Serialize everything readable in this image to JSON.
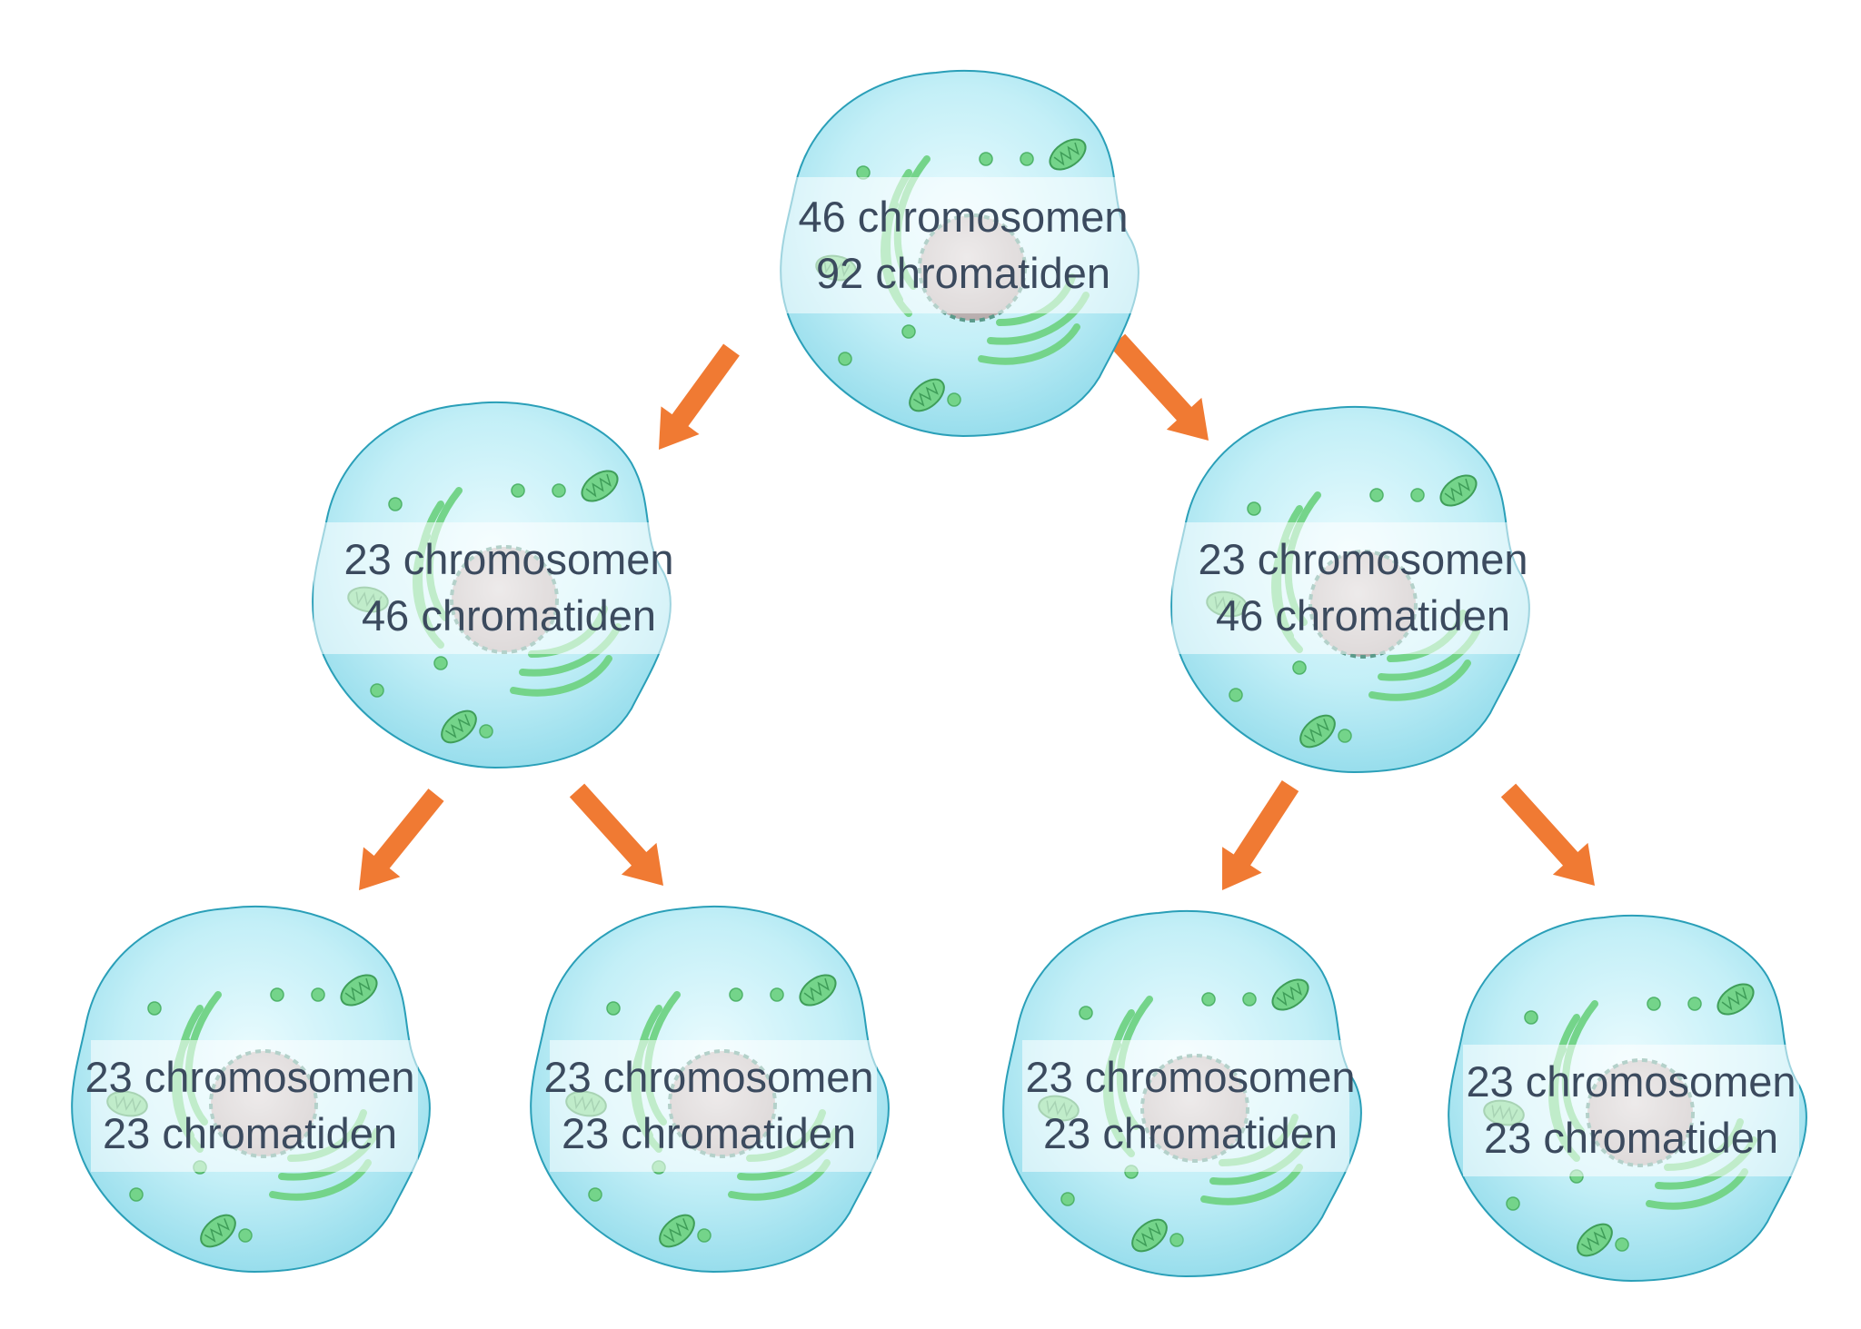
{
  "diagram": {
    "colors": {
      "arrow": "#f07a33",
      "membrane_fill": "#b9ecf5",
      "membrane_stroke": "#2a9fb8",
      "organelle": "#74d48a",
      "nucleus": "#c9c2c2"
    },
    "cells": [
      {
        "id": "parent",
        "line1": "46 chromosomen",
        "line2": "92 chromatiden"
      },
      {
        "id": "left-daughter",
        "line1": "23 chromosomen",
        "line2": "46 chromatiden"
      },
      {
        "id": "right-daughter",
        "line1": "23 chromosomen",
        "line2": "46 chromatiden"
      },
      {
        "id": "gamete-1",
        "line1": "23 chromosomen",
        "line2": "23 chromatiden"
      },
      {
        "id": "gamete-2",
        "line1": "23 chromosomen",
        "line2": "23 chromatiden"
      },
      {
        "id": "gamete-3",
        "line1": "23 chromosomen",
        "line2": "23 chromatiden"
      },
      {
        "id": "gamete-4",
        "line1": "23 chromosomen",
        "line2": "23 chromatiden"
      }
    ],
    "arrows": [
      {
        "from": "parent",
        "to": "left-daughter"
      },
      {
        "from": "parent",
        "to": "right-daughter"
      },
      {
        "from": "left-daughter",
        "to": "gamete-1"
      },
      {
        "from": "left-daughter",
        "to": "gamete-2"
      },
      {
        "from": "right-daughter",
        "to": "gamete-3"
      },
      {
        "from": "right-daughter",
        "to": "gamete-4"
      }
    ]
  }
}
